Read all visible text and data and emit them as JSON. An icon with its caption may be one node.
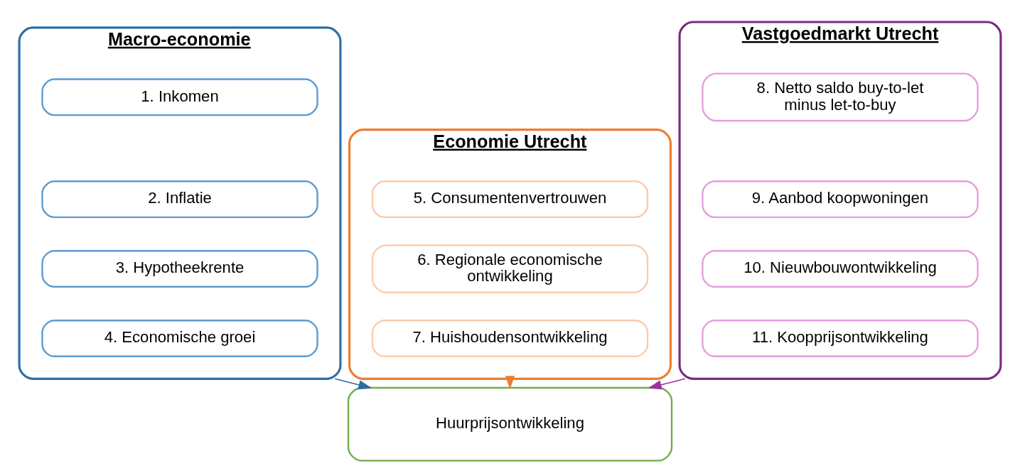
{
  "diagram": {
    "nodes": [
      {
        "text": [
          "Macro-economie"
        ]
      },
      {
        "text": [
          "1. Inkomen"
        ],
        "in": 0
      },
      {
        "text": [
          "2. Inflatie"
        ],
        "in": 0
      },
      {
        "text": [
          "3. Hypotheekrente"
        ],
        "in": 0
      },
      {
        "text": [
          "4. Economische groei"
        ],
        "in": 0
      },
      {
        "text": [
          "Economie Utrecht"
        ]
      },
      {
        "text": [
          "5. Consumentenvertrouwen"
        ],
        "in": 5
      },
      {
        "text": [
          "6. Regionale economische ontwikkeling"
        ],
        "in": 5
      },
      {
        "text": [
          "7. Huishoudensontwikkeling"
        ],
        "in": 5
      },
      {
        "text": [
          "Vastgoedmarkt Utrecht"
        ]
      },
      {
        "text": [
          "8. Netto saldo buy-to-let minus let-to-buy"
        ],
        "in": 9
      },
      {
        "text": [
          "9. Aanbod koopwoningen"
        ],
        "in": 9
      },
      {
        "text": [
          "10. Nieuwbouwontwikkeling"
        ],
        "in": 9
      },
      {
        "text": [
          "11. Koopprijsontwikkeling"
        ],
        "in": 9
      },
      {
        "text": [
          "Huurprijsontwikkeling"
        ]
      }
    ],
    "edges": [
      {
        "from": 0,
        "to": 14,
        "arrow": "to",
        "color": "#2e6da4"
      },
      {
        "from": 5,
        "to": 14,
        "arrow": "to",
        "color": "#ed7d31"
      },
      {
        "from": 9,
        "to": 14,
        "arrow": "to",
        "color": "#a0309e"
      }
    ]
  }
}
